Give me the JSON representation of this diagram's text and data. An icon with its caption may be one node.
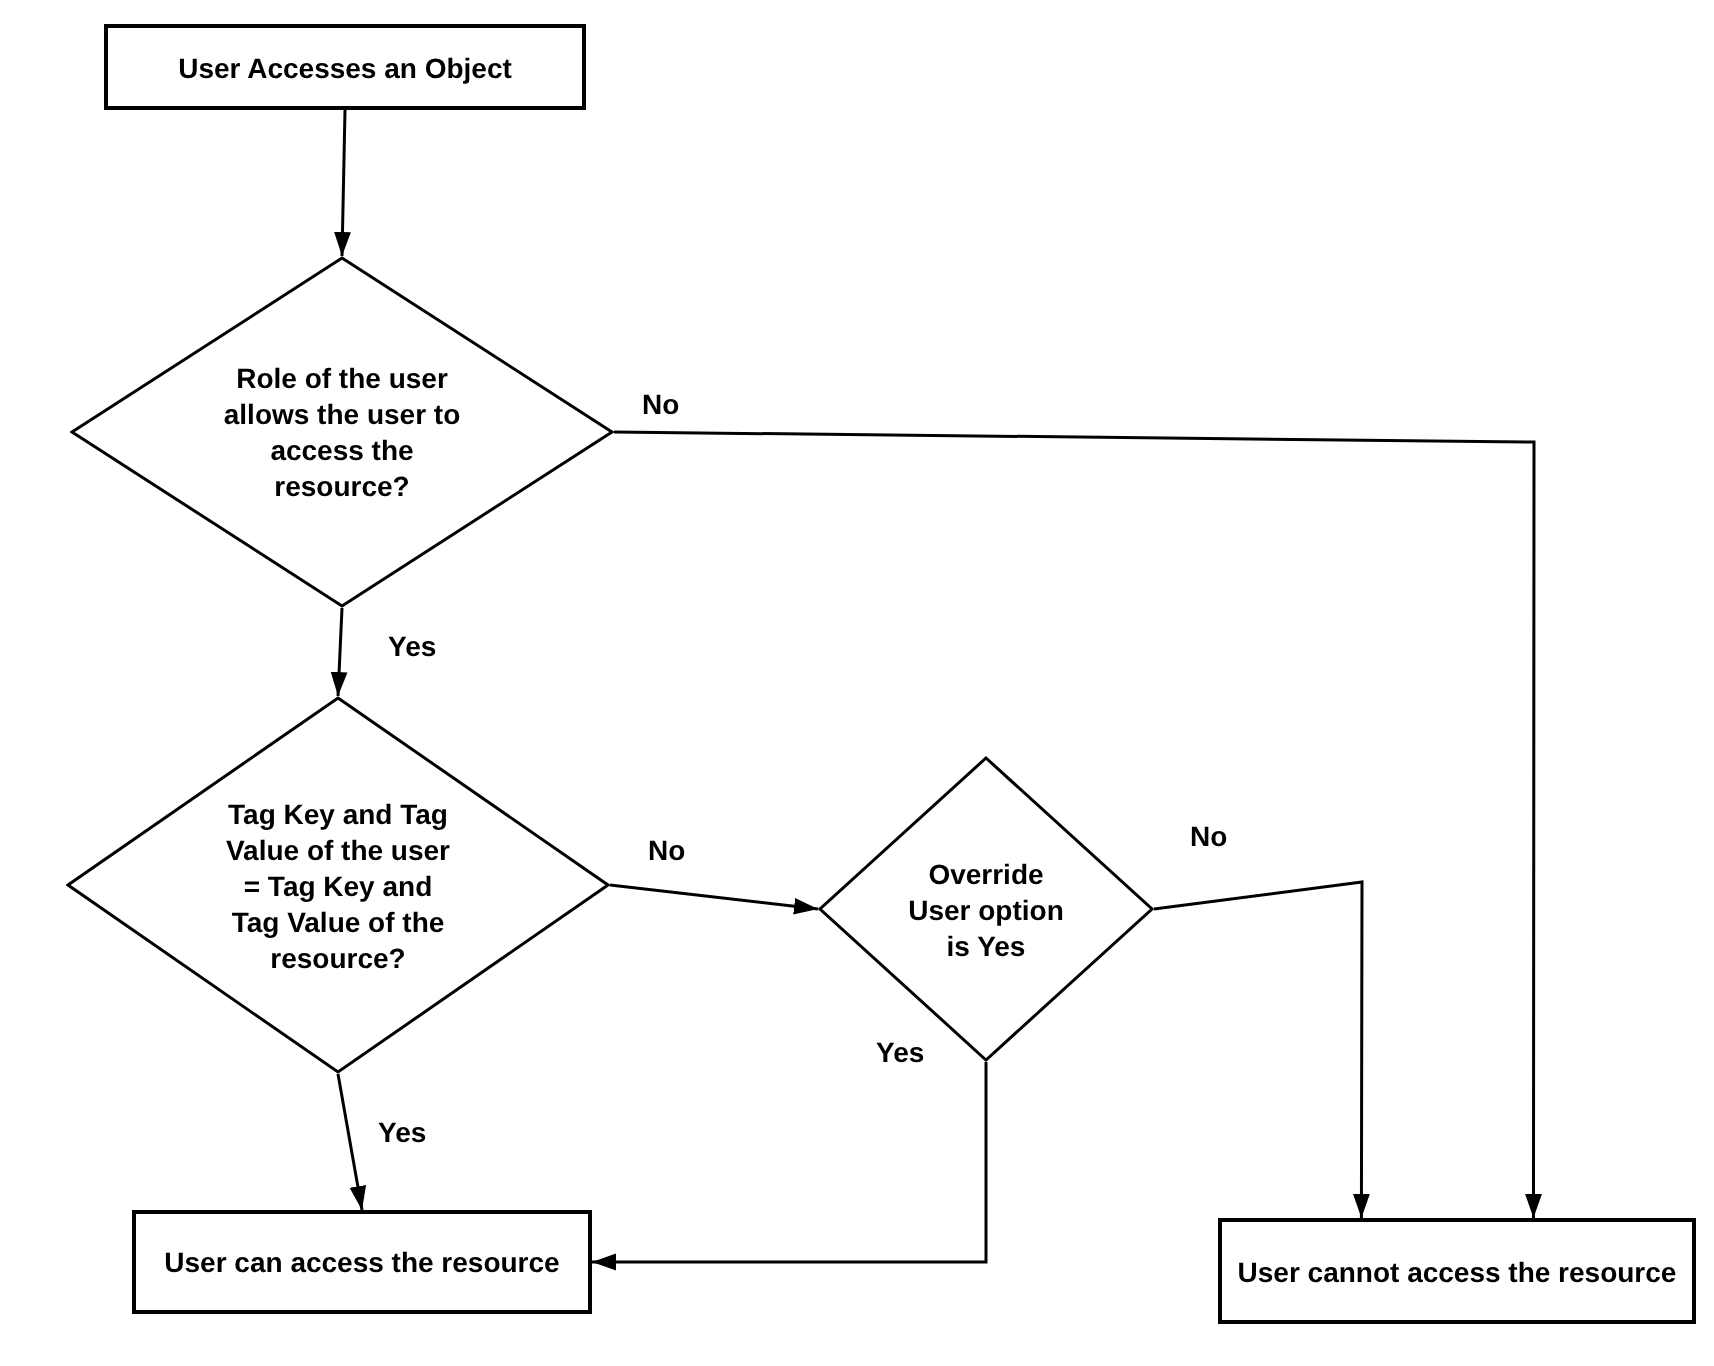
{
  "diagram": {
    "nodes": [
      {
        "text": [
          "User Accesses an Object"
        ]
      },
      {
        "text": [
          "Role of the user allows the user to access the resource?"
        ]
      },
      {
        "text": [
          "Tag Key and Tag Value of the user = Tag Key and Tag Value of the resource?"
        ]
      },
      {
        "text": [
          "Override User option is Yes"
        ]
      },
      {
        "text": [
          "User can access the resource"
        ]
      },
      {
        "text": [
          "User cannot access the resource"
        ]
      }
    ],
    "edges": [
      {
        "from": 0,
        "to": 1,
        "arrow": "to"
      },
      {
        "from": 1,
        "to": 5,
        "arrow": "to",
        "label": "No"
      },
      {
        "from": 1,
        "to": 2,
        "arrow": "to",
        "label": "Yes"
      },
      {
        "from": 2,
        "to": 3,
        "arrow": "to",
        "label": "No"
      },
      {
        "from": 3,
        "to": 5,
        "arrow": "to",
        "label": "No"
      },
      {
        "from": 3,
        "to": 4,
        "arrow": "to",
        "label": "Yes"
      },
      {
        "from": 2,
        "to": 4,
        "arrow": "to",
        "label": "Yes"
      }
    ]
  }
}
